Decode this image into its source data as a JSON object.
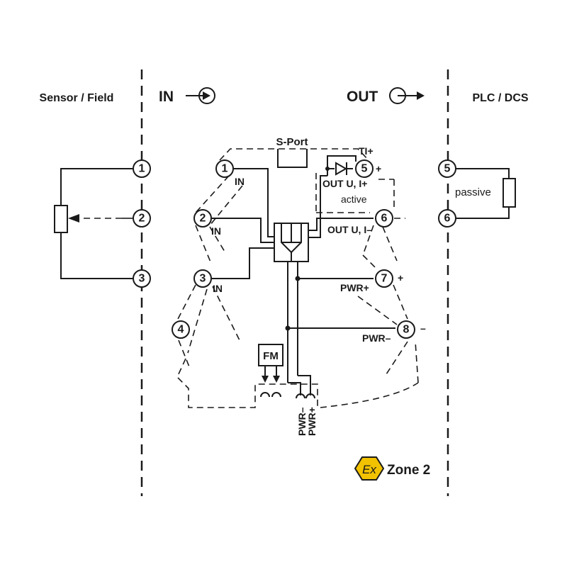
{
  "sections": {
    "left": "Sensor / Field",
    "in": "IN",
    "out": "OUT",
    "right": "PLC / DCS"
  },
  "module": {
    "sport": "S-Port",
    "ti_plus": "TI+",
    "in_label_1": "IN",
    "in_label_2": "IN",
    "in_label_3": "IN",
    "out_plus": "OUT U, I+",
    "active": "active",
    "out_minus": "OUT U, I–",
    "pwr_plus": "PWR+",
    "pwr_minus": "PWR–",
    "fm": "FM",
    "bottom_pwr_minus": "PWR–",
    "bottom_pwr_plus": "PWR+",
    "plus_sign_5": "+",
    "plus_sign_7": "+",
    "minus_sign_8": "–"
  },
  "terminals": {
    "sensor": [
      "1",
      "2",
      "3"
    ],
    "input": [
      "1",
      "2",
      "3",
      "4"
    ],
    "output": [
      "5",
      "6",
      "7",
      "8"
    ],
    "plc": [
      "5",
      "6"
    ]
  },
  "plc": {
    "load": "passive"
  },
  "zone": {
    "ex_symbol": "Ex",
    "label": "Zone 2"
  },
  "colors": {
    "ex_badge": "#f2c200",
    "line": "#1a1a1a"
  }
}
